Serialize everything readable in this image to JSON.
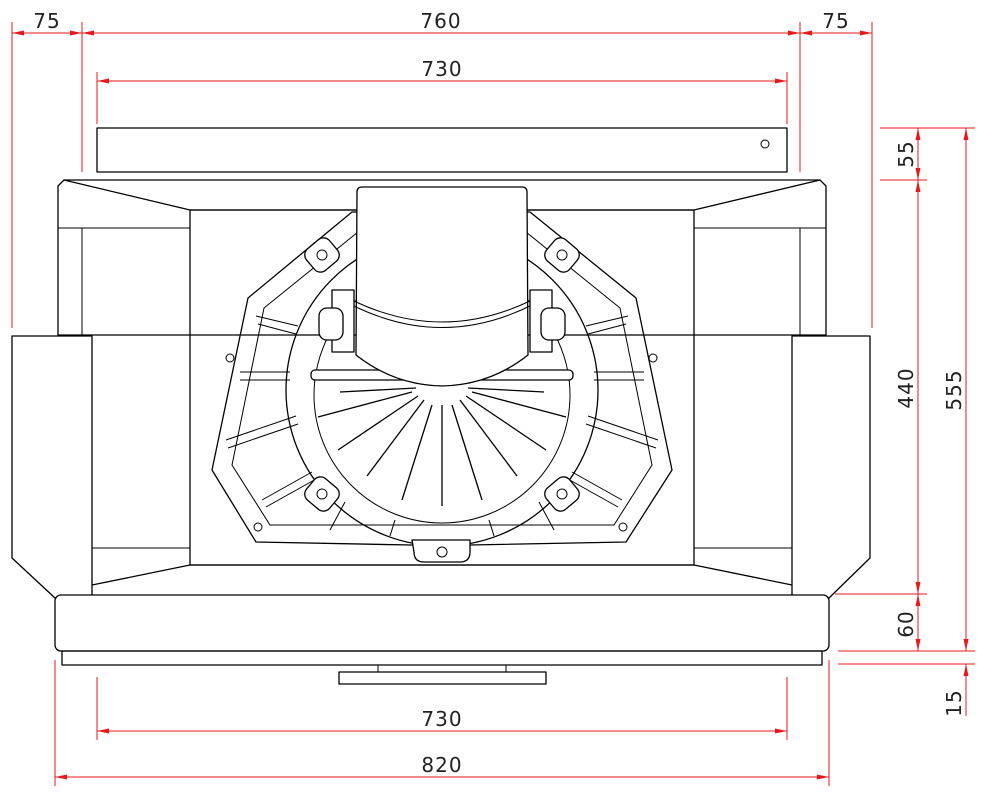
{
  "dimensions": {
    "top_left_offset": "75",
    "top_overall": "760",
    "top_right_offset": "75",
    "top_inner": "730",
    "bottom_inner": "730",
    "bottom_overall": "820",
    "right_top_rail": "55",
    "right_body": "440",
    "right_total": "555",
    "right_base": "60",
    "right_foot": "15"
  },
  "colors": {
    "dimension_lines": "#e8191d",
    "outline": "#000000"
  }
}
